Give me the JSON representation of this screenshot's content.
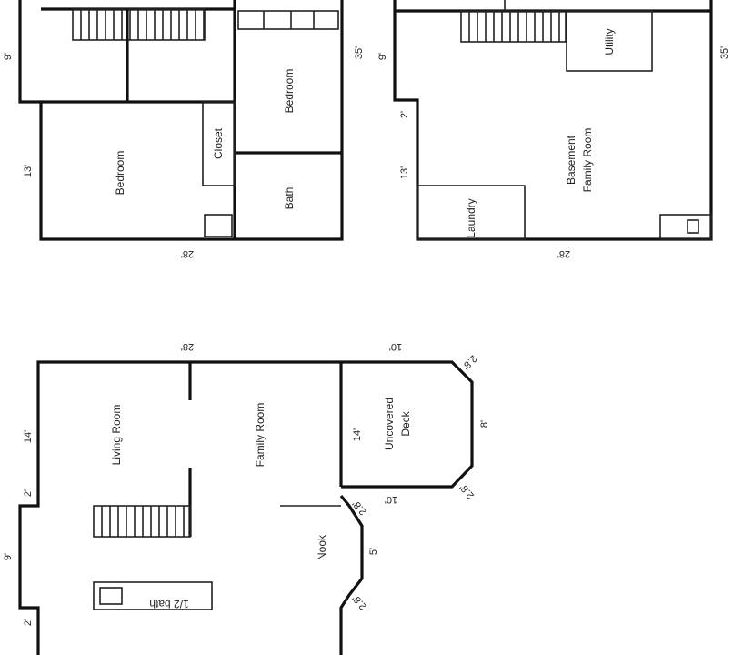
{
  "upper_floor": {
    "rooms": {
      "bedroom_left": "Bedroom",
      "closet": "Closet",
      "bedroom_right": "Bedroom",
      "bath": "Bath"
    },
    "dims": {
      "left_top": "9'",
      "left_bottom": "13'",
      "right": "35'",
      "bottom": "28'"
    }
  },
  "basement": {
    "rooms": {
      "utility": "Utility",
      "laundry": "Laundry",
      "family_room_line1": "Basement",
      "family_room_line2": "Family Room"
    },
    "dims": {
      "left_top": "9'",
      "left_mid": "2'",
      "left_bottom": "13'",
      "right": "35'",
      "bottom": "28'"
    }
  },
  "main_floor": {
    "rooms": {
      "living_room": "Living Room",
      "family_room": "Family Room",
      "deck_line1": "Uncovered",
      "deck_line2": "Deck",
      "nook": "Nook",
      "half_bath": "1/2 bath"
    },
    "dims": {
      "top": "28'",
      "left_top": "14'",
      "left_2": "2'",
      "left_9": "9'",
      "left_2b": "2'",
      "deck_top": "10'",
      "deck_corner_top": "2.8'",
      "deck_side": "8'",
      "deck_depth": "14'",
      "deck_bottom": "10'",
      "deck_corner_bottom": "2.8'",
      "nook_corner_top": "2.8'",
      "nook_side": "5'",
      "nook_corner_bottom": "2.8'"
    }
  }
}
